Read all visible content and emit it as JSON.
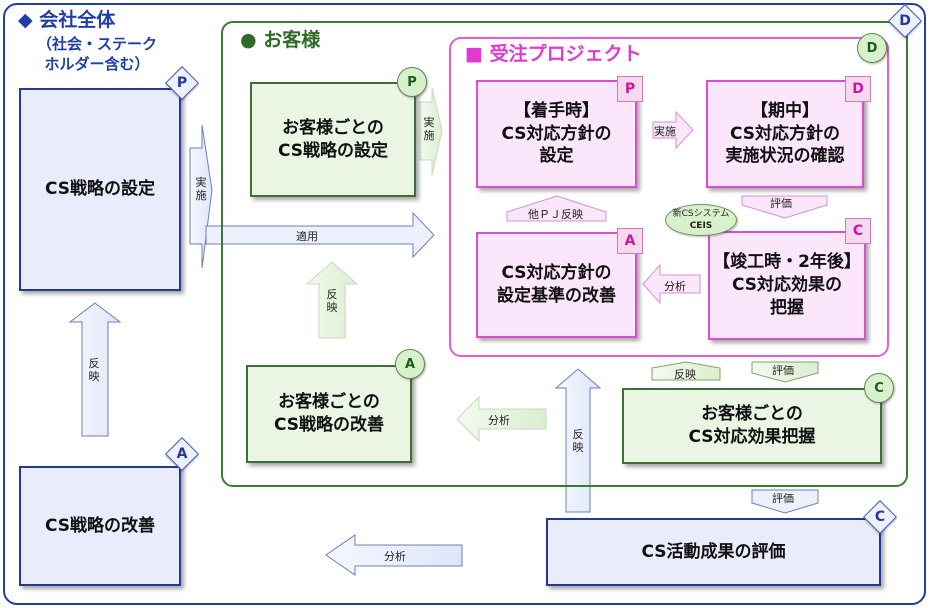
{
  "sections": {
    "company_title": "◆ 会社全体",
    "company_subtitle": "（社会・ステーク\nホルダー含む）",
    "customer_title": "● お客様",
    "project_title": "■ 受注プロジェクト"
  },
  "boxes": {
    "cs_strategy_set": "CS戦略の設定",
    "cs_strategy_improve": "CS戦略の改善",
    "cs_activity_eval": "CS活動成果の評価",
    "customer_strategy_set": "お客様ごとの\nCS戦略の設定",
    "customer_strategy_improve": "お客様ごとの\nCS戦略の改善",
    "customer_effect_grasp": "お客様ごとの\nCS対応効果把握",
    "proj_start": "【着手時】\nCS対応方針の\n設定",
    "proj_mid": "【期中】\nCS対応方針の\n実施状況の確認",
    "proj_end": "【竣工時・2年後】\nCS対応効果の\n把握",
    "proj_improve": "CS対応方針の\n設定基準の改善"
  },
  "badges": {
    "p": "P",
    "d": "D",
    "c": "C",
    "a": "A"
  },
  "arrow_labels": {
    "jisshi": "実施",
    "tekiyo": "適用",
    "hanei": "反映",
    "bunseki": "分析",
    "hyoka": "評価",
    "other_pj": "他ＰＪ反映"
  },
  "ceis": {
    "line1": "新CSシステム",
    "line2": "CEIS"
  }
}
